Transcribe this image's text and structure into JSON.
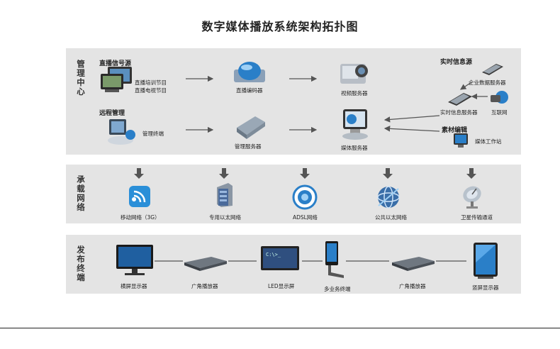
{
  "title": "数字媒体播放系统架构拓扑图",
  "sections": {
    "management": "管理中心",
    "network": "承载网络",
    "publishing": "发布终端"
  },
  "management": {
    "live_source_title": "直播信号源",
    "live_training": "直播培训节目",
    "live_tv": "直播电视节目",
    "live_encoder": "直播编码器",
    "video_server": "视频服务器",
    "realtime_source_title": "实时信息源",
    "enterprise_data_server": "企业数据服务器",
    "realtime_info_server": "实时信息服务器",
    "internet": "互联网",
    "remote_mgmt_title": "远程管理",
    "mgmt_terminal": "管理终端",
    "mgmt_server": "管理服务器",
    "media_server": "媒体服务器",
    "material_edit_title": "素材编辑",
    "media_workstation": "媒体工作站"
  },
  "network": {
    "items": [
      "移动网络（3G）",
      "专用以太网络",
      "ADSL网络",
      "公共以太网络",
      "卫星传输通道"
    ]
  },
  "publishing": {
    "items": [
      "横屏显示器",
      "广角播放器",
      "LED显示屏",
      "多业务终端",
      "广角播放器",
      "竖屏显示器"
    ]
  },
  "colors": {
    "panel": "#e4e4e4",
    "arrow": "#555555",
    "accent_blue": "#2a7fc8"
  }
}
